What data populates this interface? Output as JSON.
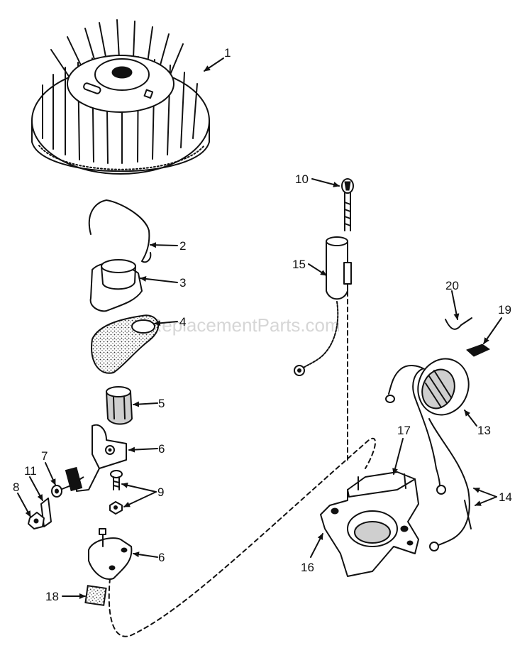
{
  "watermark": "eReplacementParts.com",
  "callouts": [
    {
      "id": "c1",
      "label": "1"
    },
    {
      "id": "c2",
      "label": "2"
    },
    {
      "id": "c3",
      "label": "3"
    },
    {
      "id": "c4",
      "label": "4"
    },
    {
      "id": "c5",
      "label": "5"
    },
    {
      "id": "c6a",
      "label": "6"
    },
    {
      "id": "c6b",
      "label": "6"
    },
    {
      "id": "c7",
      "label": "7"
    },
    {
      "id": "c8",
      "label": "8"
    },
    {
      "id": "c9",
      "label": "9"
    },
    {
      "id": "c10",
      "label": "10"
    },
    {
      "id": "c11",
      "label": "11"
    },
    {
      "id": "c13",
      "label": "13"
    },
    {
      "id": "c14",
      "label": "14"
    },
    {
      "id": "c15",
      "label": "15"
    },
    {
      "id": "c16",
      "label": "16"
    },
    {
      "id": "c17",
      "label": "17"
    },
    {
      "id": "c18",
      "label": "18"
    },
    {
      "id": "c19",
      "label": "19"
    },
    {
      "id": "c20",
      "label": "20"
    }
  ],
  "colors": {
    "ink": "#111111",
    "watermark": "#d6d6d6",
    "background": "#ffffff"
  }
}
